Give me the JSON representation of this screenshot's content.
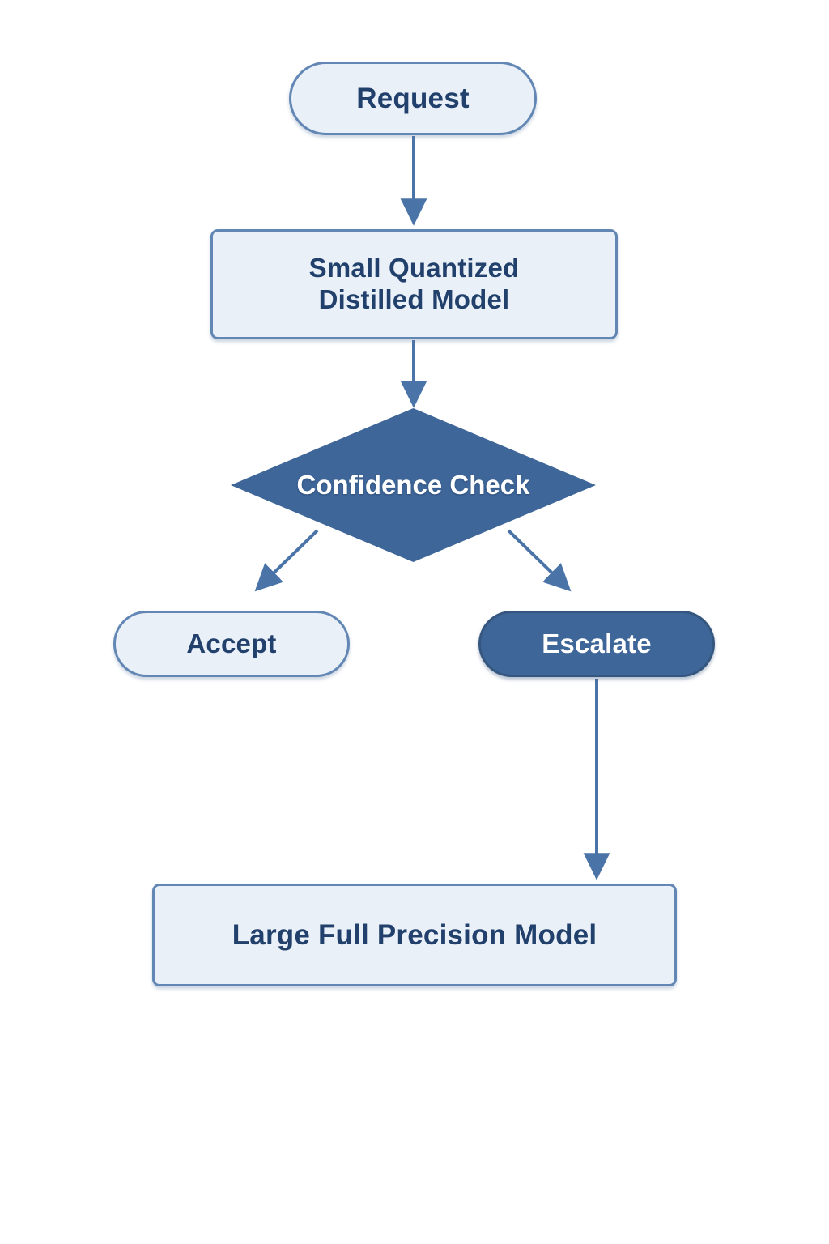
{
  "diagram": {
    "title": "Confidence-gated model escalation flow",
    "type": "flowchart",
    "background_color": "#ffffff",
    "palette": {
      "node_fill_light": "#eaf0f8",
      "node_border_light": "#6387b4",
      "node_text_dark": "#21406b",
      "node_fill_accent": "#3f6699",
      "node_border_accent": "#35577f",
      "node_text_light": "#ffffff",
      "edge_color": "#4a74a8"
    },
    "nodes": [
      {
        "id": "request",
        "label": "Request",
        "shape": "stadium",
        "style": "light"
      },
      {
        "id": "small_model",
        "label": "Small Quantized\nDistilled Model",
        "line1": "Small Quantized",
        "line2": "Distilled Model",
        "shape": "rectangle",
        "style": "light"
      },
      {
        "id": "confidence_check",
        "label": "Confidence Check",
        "shape": "diamond",
        "style": "accent"
      },
      {
        "id": "accept",
        "label": "Accept",
        "shape": "stadium",
        "style": "light"
      },
      {
        "id": "escalate",
        "label": "Escalate",
        "shape": "stadium",
        "style": "accent"
      },
      {
        "id": "large_model",
        "label": "Large Full Precision Model",
        "shape": "rectangle",
        "style": "light"
      }
    ],
    "edges": [
      {
        "from": "request",
        "to": "small_model",
        "label": "",
        "arrow": "down"
      },
      {
        "from": "small_model",
        "to": "confidence_check",
        "label": "",
        "arrow": "down"
      },
      {
        "from": "confidence_check",
        "to": "accept",
        "label": "",
        "arrow": "down-left"
      },
      {
        "from": "confidence_check",
        "to": "escalate",
        "label": "",
        "arrow": "down-right"
      },
      {
        "from": "escalate",
        "to": "large_model",
        "label": "",
        "arrow": "down"
      }
    ]
  }
}
